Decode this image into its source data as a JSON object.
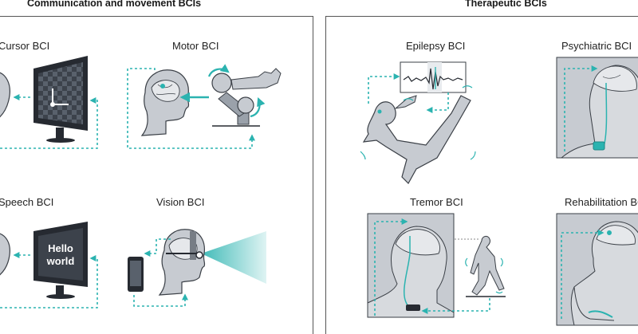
{
  "sections": {
    "communication": {
      "title": "Communication and movement BCIs",
      "labels": {
        "cursor": "Cursor BCI",
        "motor": "Motor BCI",
        "speech": "Speech BCI",
        "vision": "Vision BCI"
      },
      "screen_text": {
        "line1": "Hello",
        "line2": "world"
      }
    },
    "therapeutic": {
      "title": "Therapeutic BCIs",
      "labels": {
        "epilepsy": "Epilepsy BCI",
        "psychiatric": "Psychiatric BCI",
        "tremor": "Tremor BCI",
        "rehabilitation": "Rehabilitation BCI"
      }
    }
  },
  "colors": {
    "accent": "#2bb3b0",
    "figure_fill": "#c7cbd1",
    "figure_stroke": "#3a3f46",
    "monitor": "#262a31",
    "panel_border": "#555555"
  }
}
